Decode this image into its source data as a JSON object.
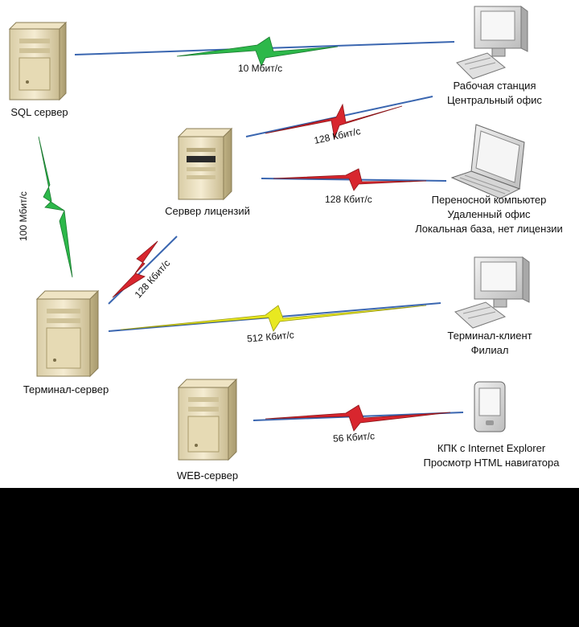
{
  "nodes": {
    "sql_server": {
      "label": "SQL сервер"
    },
    "license_server": {
      "label": "Сервер лицензий"
    },
    "terminal_server": {
      "label": "Терминал-сервер"
    },
    "web_server": {
      "label": "WEB-сервер"
    },
    "workstation": {
      "lines": [
        "Рабочая станция",
        "Центральный офис"
      ]
    },
    "laptop": {
      "lines": [
        "Переносной компьютер",
        "Удаленный офис",
        "Локальная база, нет лицензии"
      ]
    },
    "terminal_client": {
      "lines": [
        "Терминал-клиент",
        "Филиал"
      ]
    },
    "pda": {
      "lines": [
        "КПК с Internet Explorer",
        "Просмотр HTML навигатора"
      ]
    }
  },
  "links": {
    "sql_workstation": {
      "speed": "10 Мбит/с",
      "color": "#2db84a"
    },
    "sql_terminal": {
      "speed": "100 Мбит/с",
      "color": "#2db84a"
    },
    "license_workstation": {
      "speed": "128 Кбит/с",
      "color": "#d8262e"
    },
    "license_laptop": {
      "speed": "128 Кбит/с",
      "color": "#d8262e"
    },
    "license_terminal": {
      "speed": "128 Кбит/с",
      "color": "#d8262e"
    },
    "terminal_client": {
      "speed": "512 Кбит/с",
      "color": "#e8e820"
    },
    "web_pda": {
      "speed": "56 Кбит/с",
      "color": "#d8262e"
    }
  },
  "colors": {
    "background": "#ffffff",
    "frame": "#000000",
    "link_line": "#3a66b0",
    "server_body": "#efe4c4"
  }
}
